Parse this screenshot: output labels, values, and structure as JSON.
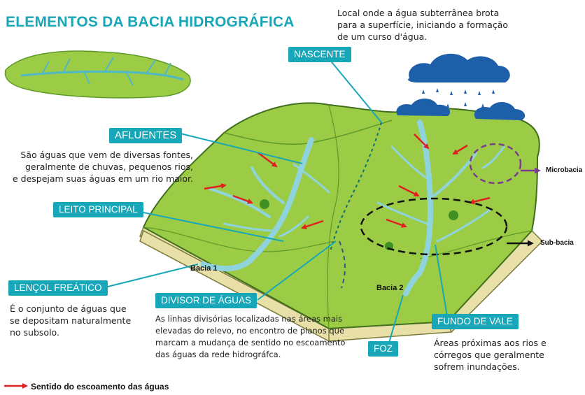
{
  "title": "ELEMENTOS DA BACIA HIDROGRÁFICA",
  "labels": {
    "nascente": "NASCENTE",
    "afluentes": "AFLUENTES",
    "leito_principal": "LEITO PRINCIPAL",
    "lencol_freatico": "LENÇOL FREÁTICO",
    "divisor_de_aguas": "DIVISOR DE ÁGUAS",
    "fundo_de_vale": "FUNDO DE VALE",
    "foz": "FOZ"
  },
  "descriptions": {
    "nascente": [
      "Local onde a água subterrânea brota",
      "para a superfície, iniciando a formação",
      "de um curso d'água."
    ],
    "afluentes": [
      "São águas que vem de diversas fontes,",
      "geralmente de chuvas, pequenos rios,",
      "e despejam suas águas em um rio maior."
    ],
    "lencol_freatico": [
      "É o conjunto de águas que",
      "se depositam naturalmente",
      "no subsolo."
    ],
    "divisor_de_aguas": [
      "As linhas divisórias localizadas nas áreas mais",
      "elevadas do relevo, no encontro de planos que",
      "marcam a mudança de sentido no escoamento",
      "das águas da rede hidrográfca."
    ],
    "fundo_de_vale": [
      "Áreas próximas aos rios e",
      "córregos que geralmente",
      "sofrem inundações."
    ]
  },
  "annotations": {
    "microbacia": "Microbacia",
    "sub_bacia": "Sub-bacia",
    "bacia_1": "Bacia 1",
    "bacia_2": "Bacia 2"
  },
  "legend": {
    "text": "Sentido do escoamento das águas",
    "arrow_color": "#e02020"
  },
  "colors": {
    "accent": "#17a7b8",
    "river": "#8fd3dc",
    "terrain_top": "#9ccc45",
    "terrain_dark": "#5e9a2a",
    "soil": "#e8e0a8",
    "cloud": "#1d5fa8",
    "microbacia": "#7a3d8c",
    "sub_bacia": "#111111"
  }
}
